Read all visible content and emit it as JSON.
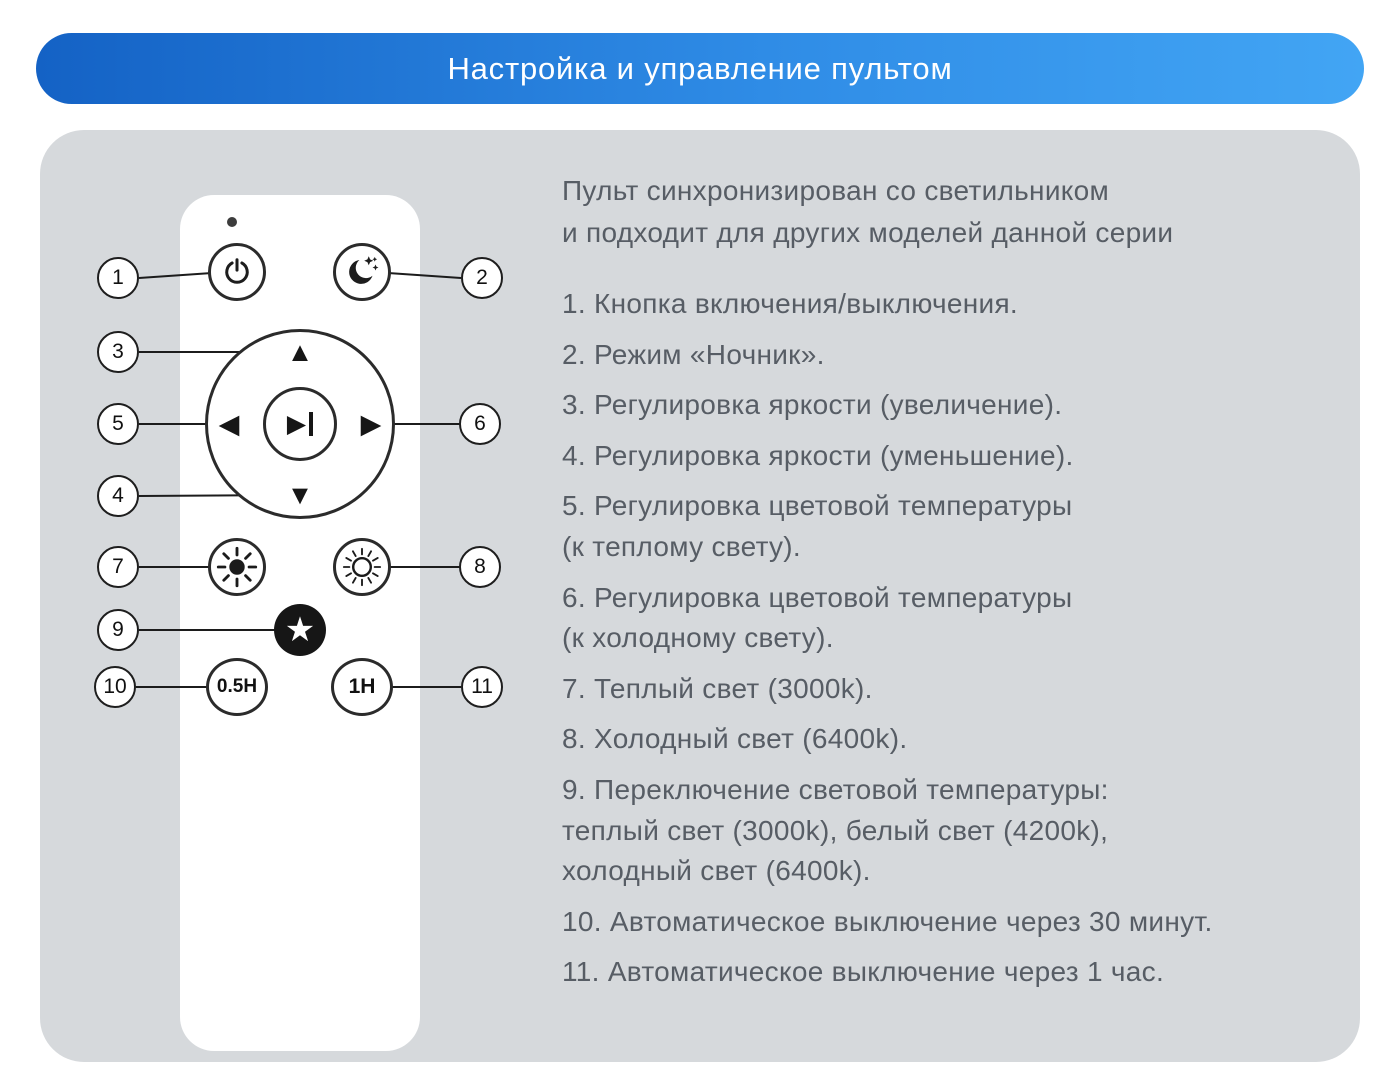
{
  "banner": {
    "title": "Настройка и управление пультом"
  },
  "intro": "Пульт синхронизирован со светильником\nи подходит для других моделей данной серии",
  "instructions": [
    "1. Кнопка включения/выключения.",
    "2. Режим «Ночник».",
    "3. Регулировка яркости (увеличение).",
    "4. Регулировка яркости (уменьшение).",
    "5. Регулировка цветовой температуры\n(к теплому свету).",
    "6. Регулировка цветовой температуры\n(к холодному свету).",
    "7. Теплый свет (3000k).",
    "8. Холодный свет (6400k).",
    "9. Переключение световой температуры:\nтеплый свет (3000k), белый свет (4200k),\nхолодный свет (6400k).",
    "10. Автоматическое выключение через 30 минут.",
    "11. Автоматическое выключение через 1 час."
  ],
  "callouts": [
    "1",
    "2",
    "3",
    "4",
    "5",
    "6",
    "7",
    "8",
    "9",
    "10",
    "11"
  ],
  "remote": {
    "glyphs": {
      "up": "▲",
      "down": "▼",
      "left": "◀",
      "right": "▶",
      "play": "▶",
      "star": "★"
    },
    "buttons": {
      "timer_half": "0.5H",
      "timer_one": "1H"
    },
    "icons": [
      "power-icon",
      "night-mode-icon",
      "brightness-up-icon",
      "brightness-down-icon",
      "color-temp-warm-icon",
      "color-temp-cool-icon",
      "warm-light-sun-icon",
      "cool-light-sun-icon",
      "color-mode-star-icon",
      "play-pause-icon"
    ]
  },
  "colors": {
    "banner_gradient_start": "#1462c5",
    "banner_gradient_end": "#42a5f4",
    "panel_bg": "#d6d9dc",
    "text": "#575d65",
    "line": "#1c1c1c"
  }
}
